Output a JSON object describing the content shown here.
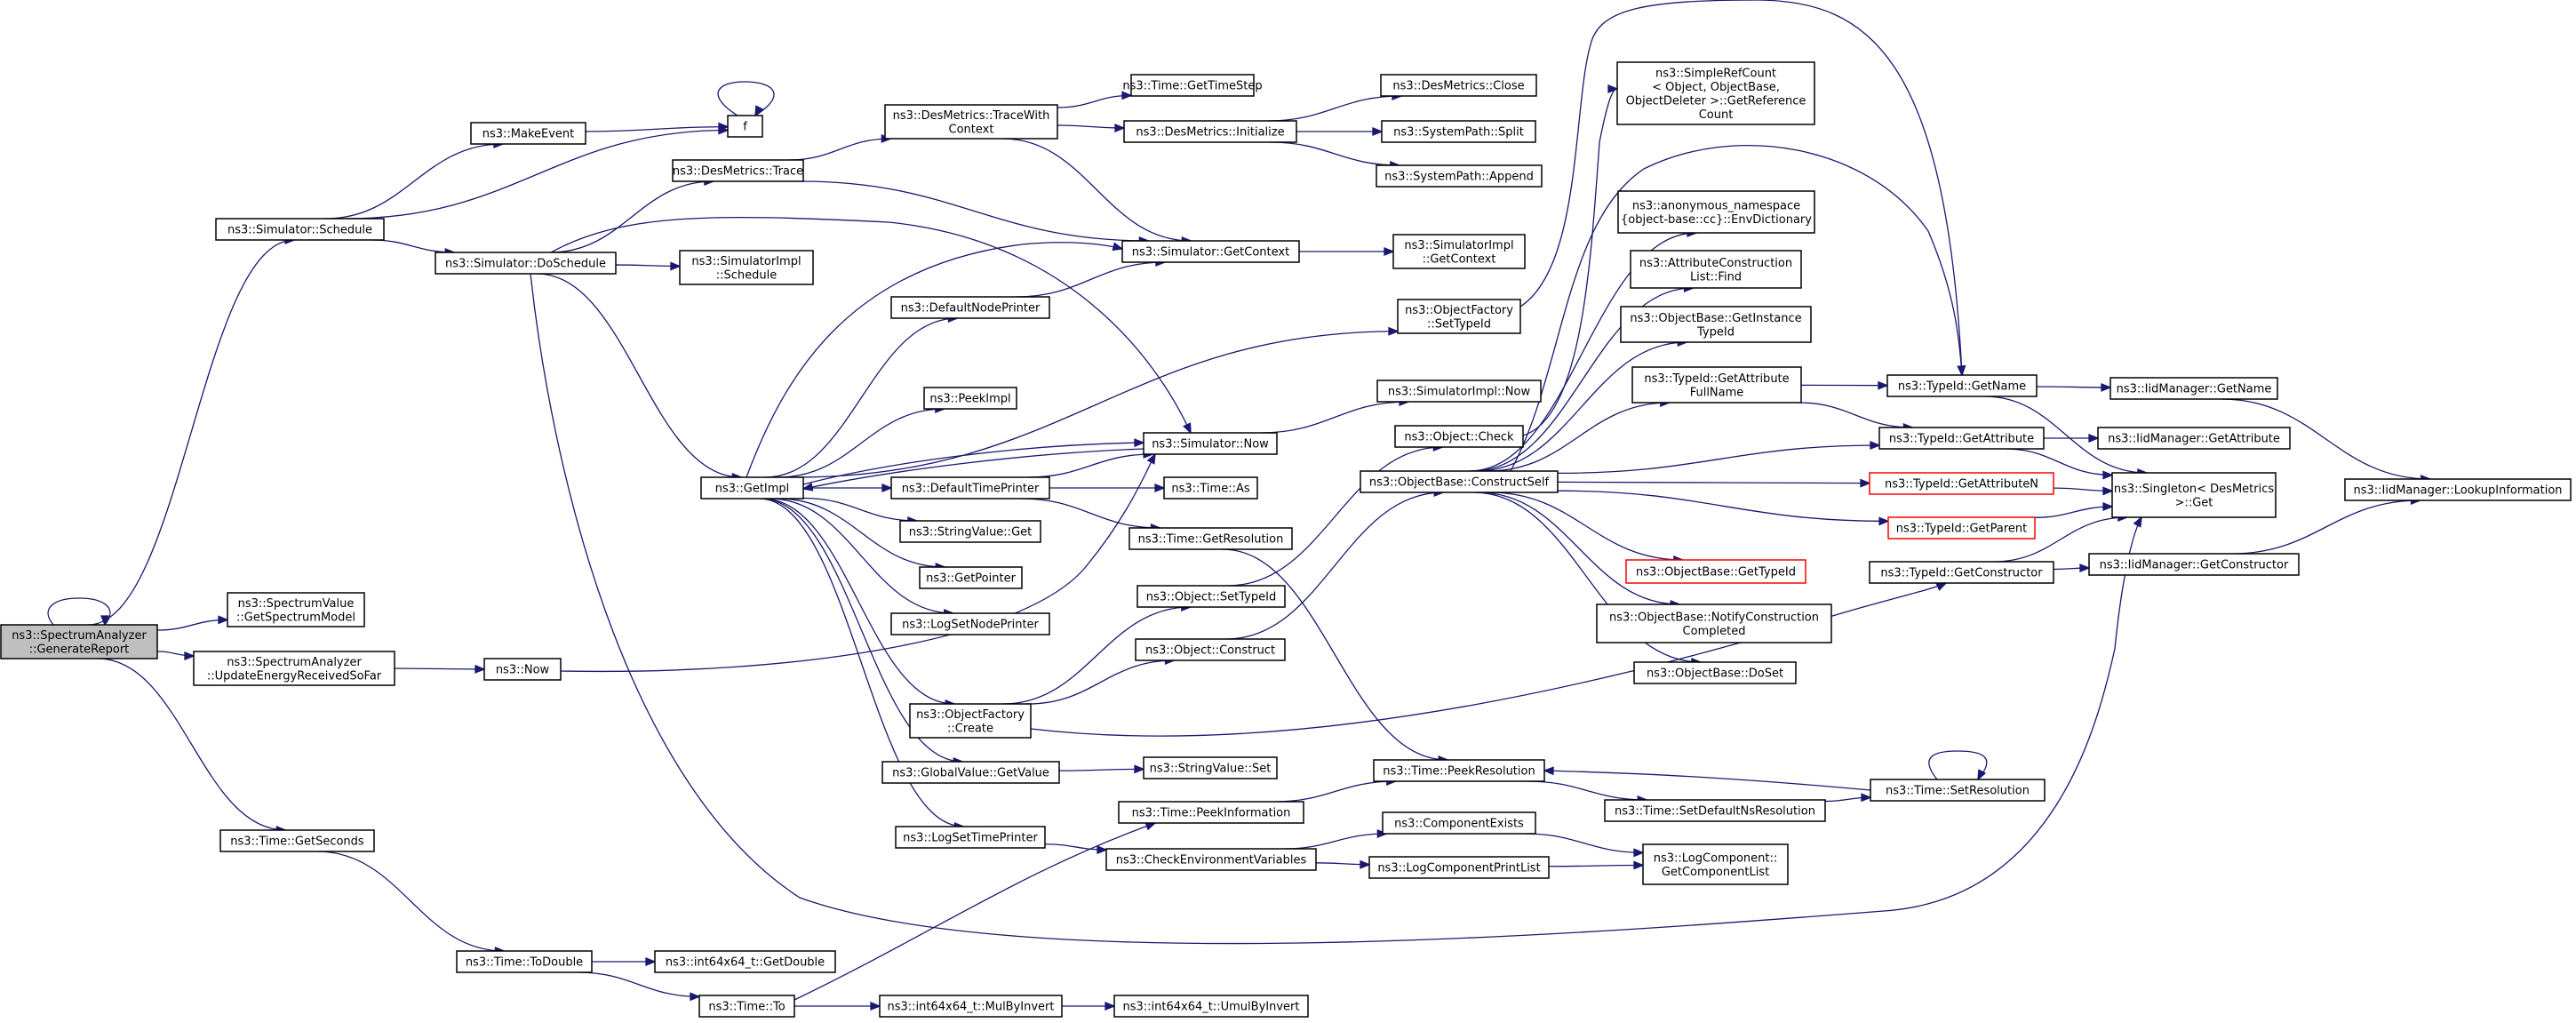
{
  "graph": {
    "nodes": [
      {
        "id": "root",
        "lines": [
          "ns3::SpectrumAnalyzer",
          "::GenerateReport"
        ]
      },
      {
        "id": "schedule",
        "lines": [
          "ns3::Simulator::Schedule"
        ]
      },
      {
        "id": "getspectrummodel",
        "lines": [
          "ns3::SpectrumValue",
          "::GetSpectrumModel"
        ]
      },
      {
        "id": "updateenergy",
        "lines": [
          "ns3::SpectrumAnalyzer",
          "::UpdateEnergyReceivedSoFar"
        ]
      },
      {
        "id": "getseconds",
        "lines": [
          "ns3::Time::GetSeconds"
        ]
      },
      {
        "id": "makeevent",
        "lines": [
          "ns3::MakeEvent"
        ]
      },
      {
        "id": "f",
        "lines": [
          "f"
        ]
      },
      {
        "id": "doschedule",
        "lines": [
          "ns3::Simulator::DoSchedule"
        ]
      },
      {
        "id": "now",
        "lines": [
          "ns3::Now"
        ]
      },
      {
        "id": "todouble",
        "lines": [
          "ns3::Time::ToDouble"
        ]
      },
      {
        "id": "destrace",
        "lines": [
          "ns3::DesMetrics::Trace"
        ]
      },
      {
        "id": "implschedule",
        "lines": [
          "ns3::SimulatorImpl",
          "::Schedule"
        ]
      },
      {
        "id": "getimpl",
        "lines": [
          "ns3::GetImpl"
        ]
      },
      {
        "id": "getdouble",
        "lines": [
          "ns3::int64x64_t::GetDouble"
        ]
      },
      {
        "id": "timeto",
        "lines": [
          "ns3::Time::To"
        ]
      },
      {
        "id": "tracewithcontext",
        "lines": [
          "ns3::DesMetrics::TraceWith",
          "Context"
        ]
      },
      {
        "id": "defaultnodeprinter",
        "lines": [
          "ns3::DefaultNodePrinter"
        ]
      },
      {
        "id": "peekimpl",
        "lines": [
          "ns3::PeekImpl"
        ]
      },
      {
        "id": "defaulttimeprinter",
        "lines": [
          "ns3::DefaultTimePrinter"
        ]
      },
      {
        "id": "stringvalueget",
        "lines": [
          "ns3::StringValue::Get"
        ]
      },
      {
        "id": "getpointer",
        "lines": [
          "ns3::GetPointer"
        ]
      },
      {
        "id": "logsetnodeprinter",
        "lines": [
          "ns3::LogSetNodePrinter"
        ]
      },
      {
        "id": "objectfactorycreate",
        "lines": [
          "ns3::ObjectFactory",
          "::Create"
        ]
      },
      {
        "id": "globalvalueget",
        "lines": [
          "ns3::GlobalValue::GetValue"
        ]
      },
      {
        "id": "logsettimeprinter",
        "lines": [
          "ns3::LogSetTimePrinter"
        ]
      },
      {
        "id": "mulbyinvert",
        "lines": [
          "ns3::int64x64_t::MulByInvert"
        ]
      },
      {
        "id": "gettimestep",
        "lines": [
          "ns3::Time::GetTimeStep"
        ]
      },
      {
        "id": "desinitialize",
        "lines": [
          "ns3::DesMetrics::Initialize"
        ]
      },
      {
        "id": "getcontext",
        "lines": [
          "ns3::Simulator::GetContext"
        ]
      },
      {
        "id": "simnow",
        "lines": [
          "ns3::Simulator::Now"
        ]
      },
      {
        "id": "timeas",
        "lines": [
          "ns3::Time::As"
        ]
      },
      {
        "id": "getresolution",
        "lines": [
          "ns3::Time::GetResolution"
        ]
      },
      {
        "id": "objectsettypeid",
        "lines": [
          "ns3::Object::SetTypeId"
        ]
      },
      {
        "id": "objectconstruct",
        "lines": [
          "ns3::Object::Construct"
        ]
      },
      {
        "id": "stringvalueset",
        "lines": [
          "ns3::StringValue::Set"
        ]
      },
      {
        "id": "peekinformation",
        "lines": [
          "ns3::Time::PeekInformation"
        ]
      },
      {
        "id": "checkenv",
        "lines": [
          "ns3::CheckEnvironmentVariables"
        ]
      },
      {
        "id": "umulbyinvert",
        "lines": [
          "ns3::int64x64_t::UmulByInvert"
        ]
      },
      {
        "id": "desclose",
        "lines": [
          "ns3::DesMetrics::Close"
        ]
      },
      {
        "id": "syspathsplit",
        "lines": [
          "ns3::SystemPath::Split"
        ]
      },
      {
        "id": "syspathappend",
        "lines": [
          "ns3::SystemPath::Append"
        ]
      },
      {
        "id": "implgetcontext",
        "lines": [
          "ns3::SimulatorImpl",
          "::GetContext"
        ]
      },
      {
        "id": "factorysettypeid",
        "lines": [
          "ns3::ObjectFactory",
          "::SetTypeId"
        ]
      },
      {
        "id": "implnow",
        "lines": [
          "ns3::SimulatorImpl::Now"
        ]
      },
      {
        "id": "objectcheck",
        "lines": [
          "ns3::Object::Check"
        ]
      },
      {
        "id": "constructself",
        "lines": [
          "ns3::ObjectBase::ConstructSelf"
        ]
      },
      {
        "id": "peekresolution",
        "lines": [
          "ns3::Time::PeekResolution"
        ]
      },
      {
        "id": "componentexists",
        "lines": [
          "ns3::ComponentExists"
        ]
      },
      {
        "id": "logcomponentprintlist",
        "lines": [
          "ns3::LogComponentPrintList"
        ]
      },
      {
        "id": "refcount",
        "lines": [
          "ns3::SimpleRefCount",
          "< Object, ObjectBase,",
          " ObjectDeleter >::GetReference",
          "Count"
        ]
      },
      {
        "id": "envdictionary",
        "lines": [
          "ns3::anonymous_namespace",
          "{object-base::cc}::EnvDictionary"
        ]
      },
      {
        "id": "attrlistfind",
        "lines": [
          "ns3::AttributeConstruction",
          "List::Find"
        ]
      },
      {
        "id": "getinstancetypeid",
        "lines": [
          "ns3::ObjectBase::GetInstance",
          "TypeId"
        ]
      },
      {
        "id": "getattributefullname",
        "lines": [
          "ns3::TypeId::GetAttribute",
          "FullName"
        ]
      },
      {
        "id": "objectbasegettypeid",
        "lines": [
          "ns3::ObjectBase::GetTypeId"
        ],
        "truncated": true
      },
      {
        "id": "notifyconstruction",
        "lines": [
          "ns3::ObjectBase::NotifyConstruction",
          "Completed"
        ]
      },
      {
        "id": "doset",
        "lines": [
          "ns3::ObjectBase::DoSet"
        ]
      },
      {
        "id": "setdefaultnsresolution",
        "lines": [
          "ns3::Time::SetDefaultNsResolution"
        ]
      },
      {
        "id": "getcomponentlist",
        "lines": [
          "ns3::LogComponent::",
          "GetComponentList"
        ]
      },
      {
        "id": "typeidgetname",
        "lines": [
          "ns3::TypeId::GetName"
        ]
      },
      {
        "id": "typeidgetattribute",
        "lines": [
          "ns3::TypeId::GetAttribute"
        ]
      },
      {
        "id": "getattributen",
        "lines": [
          "ns3::TypeId::GetAttributeN"
        ],
        "truncated": true
      },
      {
        "id": "getparent",
        "lines": [
          "ns3::TypeId::GetParent"
        ],
        "truncated": true
      },
      {
        "id": "getconstructor",
        "lines": [
          "ns3::TypeId::GetConstructor"
        ]
      },
      {
        "id": "setresolution",
        "lines": [
          "ns3::Time::SetResolution"
        ]
      },
      {
        "id": "iidgetname",
        "lines": [
          "ns3::IidManager::GetName"
        ]
      },
      {
        "id": "iidgetattribute",
        "lines": [
          "ns3::IidManager::GetAttribute"
        ]
      },
      {
        "id": "singletonget",
        "lines": [
          "ns3::Singleton< DesMetrics",
          " >::Get"
        ]
      },
      {
        "id": "iidgetconstructor",
        "lines": [
          "ns3::IidManager::GetConstructor"
        ]
      },
      {
        "id": "lookupinformation",
        "lines": [
          "ns3::IidManager::LookupInformation"
        ]
      }
    ],
    "edges": [
      [
        "root",
        "root"
      ],
      [
        "root",
        "schedule"
      ],
      [
        "root",
        "getspectrummodel"
      ],
      [
        "root",
        "updateenergy"
      ],
      [
        "root",
        "getseconds"
      ],
      [
        "schedule",
        "makeevent"
      ],
      [
        "schedule",
        "f"
      ],
      [
        "schedule",
        "doschedule"
      ],
      [
        "makeevent",
        "f"
      ],
      [
        "f",
        "f"
      ],
      [
        "updateenergy",
        "now"
      ],
      [
        "getseconds",
        "todouble"
      ],
      [
        "doschedule",
        "destrace"
      ],
      [
        "doschedule",
        "implschedule"
      ],
      [
        "doschedule",
        "getimpl"
      ],
      [
        "doschedule",
        "simnow"
      ],
      [
        "doschedule",
        "singletonget"
      ],
      [
        "now",
        "simnow"
      ],
      [
        "todouble",
        "getdouble"
      ],
      [
        "todouble",
        "timeto"
      ],
      [
        "destrace",
        "tracewithcontext"
      ],
      [
        "destrace",
        "getcontext"
      ],
      [
        "getimpl",
        "defaultnodeprinter"
      ],
      [
        "getimpl",
        "peekimpl"
      ],
      [
        "getimpl",
        "defaulttimeprinter"
      ],
      [
        "getimpl",
        "stringvalueget"
      ],
      [
        "getimpl",
        "getpointer"
      ],
      [
        "getimpl",
        "logsetnodeprinter"
      ],
      [
        "getimpl",
        "objectfactorycreate"
      ],
      [
        "getimpl",
        "globalvalueget"
      ],
      [
        "getimpl",
        "logsettimeprinter"
      ],
      [
        "getimpl",
        "factorysettypeid"
      ],
      [
        "getimpl",
        "getcontext"
      ],
      [
        "getimpl",
        "simnow"
      ],
      [
        "timeto",
        "mulbyinvert"
      ],
      [
        "timeto",
        "peekinformation"
      ],
      [
        "tracewithcontext",
        "gettimestep"
      ],
      [
        "tracewithcontext",
        "desinitialize"
      ],
      [
        "tracewithcontext",
        "getcontext"
      ],
      [
        "defaultnodeprinter",
        "getcontext"
      ],
      [
        "defaulttimeprinter",
        "simnow"
      ],
      [
        "defaulttimeprinter",
        "timeas"
      ],
      [
        "defaulttimeprinter",
        "getresolution"
      ],
      [
        "objectfactorycreate",
        "objectsettypeid"
      ],
      [
        "objectfactorycreate",
        "objectconstruct"
      ],
      [
        "objectfactorycreate",
        "getconstructor"
      ],
      [
        "globalvalueget",
        "stringvalueset"
      ],
      [
        "logsettimeprinter",
        "checkenv"
      ],
      [
        "mulbyinvert",
        "umulbyinvert"
      ],
      [
        "desinitialize",
        "desclose"
      ],
      [
        "desinitialize",
        "syspathsplit"
      ],
      [
        "desinitialize",
        "syspathappend"
      ],
      [
        "getcontext",
        "implgetcontext"
      ],
      [
        "simnow",
        "getimpl"
      ],
      [
        "simnow",
        "implnow"
      ],
      [
        "getresolution",
        "peekresolution"
      ],
      [
        "objectsettypeid",
        "objectcheck"
      ],
      [
        "objectconstruct",
        "constructself"
      ],
      [
        "peekinformation",
        "peekresolution"
      ],
      [
        "checkenv",
        "componentexists"
      ],
      [
        "checkenv",
        "logcomponentprintlist"
      ],
      [
        "factorysettypeid",
        "typeidgetname"
      ],
      [
        "objectcheck",
        "refcount"
      ],
      [
        "constructself",
        "envdictionary"
      ],
      [
        "constructself",
        "attrlistfind"
      ],
      [
        "constructself",
        "getinstancetypeid"
      ],
      [
        "constructself",
        "getattributefullname"
      ],
      [
        "constructself",
        "objectbasegettypeid"
      ],
      [
        "constructself",
        "notifyconstruction"
      ],
      [
        "constructself",
        "doset"
      ],
      [
        "constructself",
        "typeidgetname"
      ],
      [
        "constructself",
        "typeidgetattribute"
      ],
      [
        "constructself",
        "getattributen"
      ],
      [
        "constructself",
        "getparent"
      ],
      [
        "peekresolution",
        "setdefaultnsresolution"
      ],
      [
        "componentexists",
        "getcomponentlist"
      ],
      [
        "logcomponentprintlist",
        "getcomponentlist"
      ],
      [
        "getattributefullname",
        "typeidgetname"
      ],
      [
        "getattributefullname",
        "typeidgetattribute"
      ],
      [
        "setdefaultnsresolution",
        "setresolution"
      ],
      [
        "typeidgetname",
        "iidgetname"
      ],
      [
        "typeidgetname",
        "singletonget"
      ],
      [
        "typeidgetattribute",
        "iidgetattribute"
      ],
      [
        "typeidgetattribute",
        "singletonget"
      ],
      [
        "getattributen",
        "singletonget"
      ],
      [
        "getparent",
        "singletonget"
      ],
      [
        "getconstructor",
        "iidgetconstructor"
      ],
      [
        "getconstructor",
        "singletonget"
      ],
      [
        "setresolution",
        "setresolution"
      ],
      [
        "setresolution",
        "peekresolution"
      ],
      [
        "iidgetname",
        "lookupinformation"
      ],
      [
        "iidgetconstructor",
        "lookupinformation"
      ]
    ]
  }
}
